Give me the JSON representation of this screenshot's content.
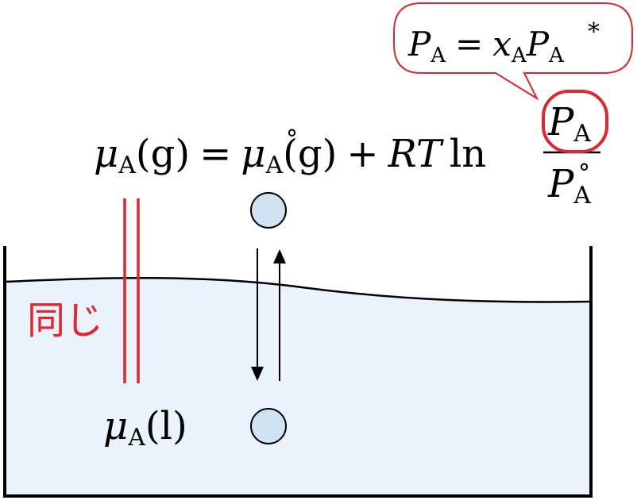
{
  "bubble": {
    "lhs": "P",
    "lhs_sub": "A",
    "equals": "=",
    "x": "x",
    "x_sub": "A",
    "p": "P",
    "p_sub": "A",
    "p_sup": "*"
  },
  "gas_eq": {
    "mu": "μ",
    "mu_sub": "A",
    "phase_g": "(g)",
    "equals": "=",
    "mu0": "μ",
    "mu0_sup": "°",
    "mu0_sub": "A",
    "phase_g2": "(g)",
    "plus": "+",
    "RT": "RT",
    "ln": "ln",
    "num": "P",
    "num_sub": "A",
    "den": "P",
    "den_sub": "A",
    "den_sup": "°"
  },
  "liquid_eq": {
    "mu": "μ",
    "mu_sub": "A",
    "phase_l": "(l)"
  },
  "label_same": "同じ",
  "colors": {
    "accent_red": "#e0262f",
    "liquid_fill": "#eaf2fb",
    "particle_fill": "#cfe3f2"
  }
}
